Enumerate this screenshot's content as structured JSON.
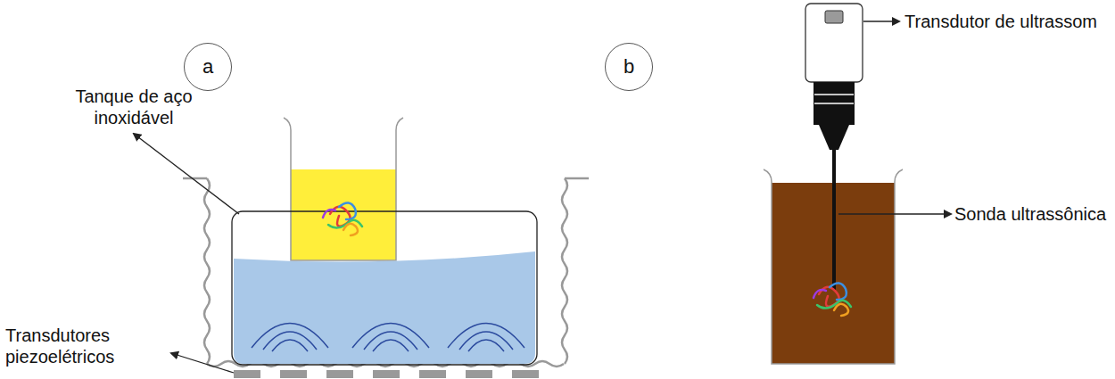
{
  "diagram": {
    "nodes": [
      {
        "text": [
          "a"
        ]
      },
      {
        "text": [
          "b"
        ]
      }
    ],
    "labels": [
      "Tanque de aço inoxidável",
      "Transdutores piezoelétricos",
      "Transdutor de ultrassom",
      "Sonda ultrassônica"
    ]
  }
}
